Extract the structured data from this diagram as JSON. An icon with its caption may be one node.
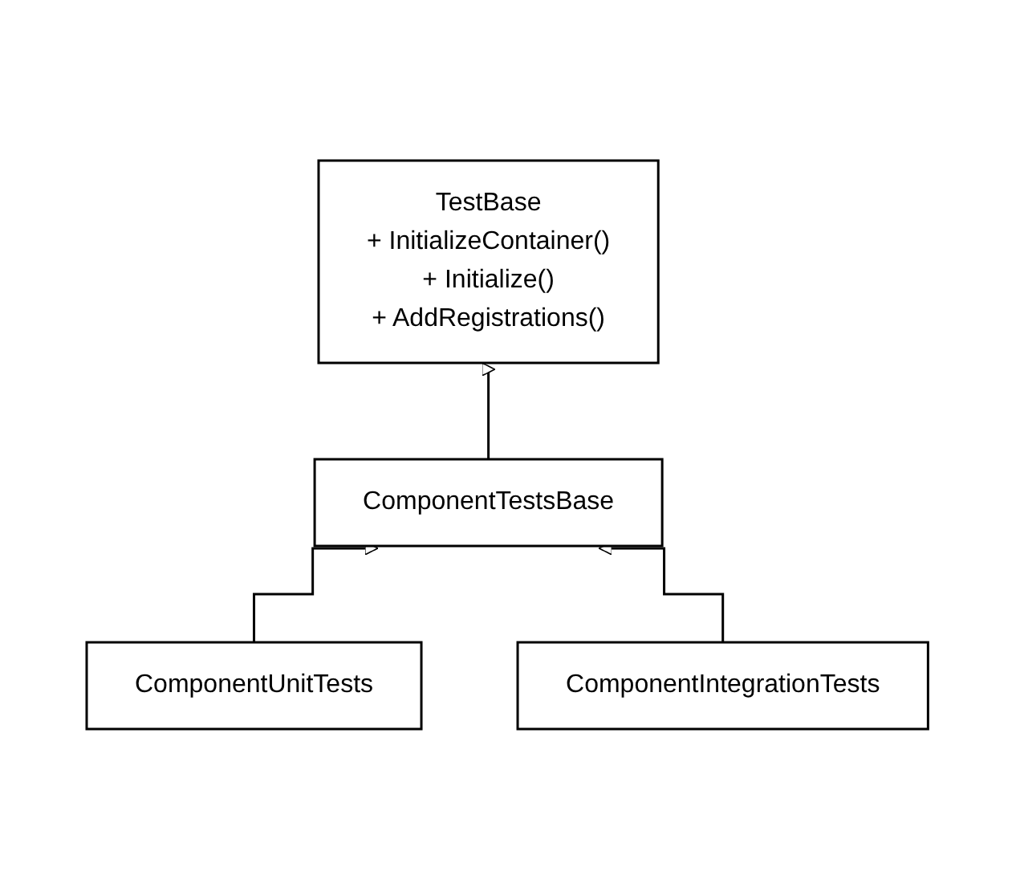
{
  "diagram": {
    "nodes": [
      {
        "text": [
          "TestBase",
          "+ InitializeContainer()",
          "+ Initialize()",
          "+ AddRegistrations()"
        ]
      },
      {
        "text": [
          "ComponentTestsBase"
        ]
      },
      {
        "text": [
          "ComponentUnitTests"
        ]
      },
      {
        "text": [
          "ComponentIntegrationTests"
        ]
      }
    ],
    "edges": [
      {
        "from": 1,
        "to": 0,
        "arrow": "to"
      },
      {
        "from": 2,
        "to": 1,
        "arrow": "to"
      },
      {
        "from": 3,
        "to": 1,
        "arrow": "to"
      }
    ]
  }
}
